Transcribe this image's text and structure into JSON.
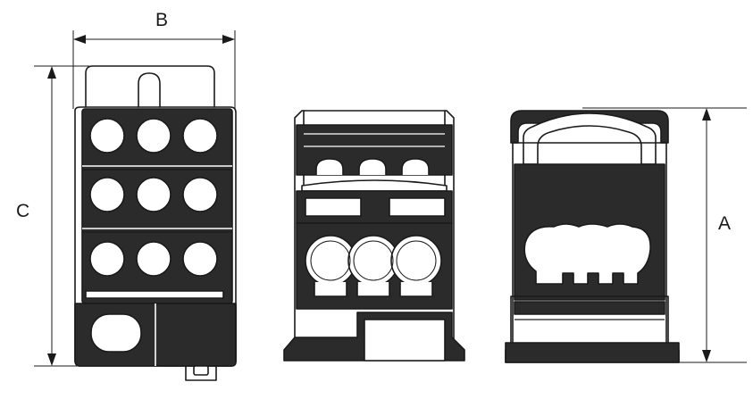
{
  "dimensions": {
    "width_label": "B",
    "length_label": "C",
    "height_label": "A"
  },
  "views": [
    "front-view",
    "side-view",
    "end-view"
  ],
  "colors": {
    "line": "#1a1a1a",
    "body_fill": "#2b2b2b",
    "background": "#ffffff"
  }
}
